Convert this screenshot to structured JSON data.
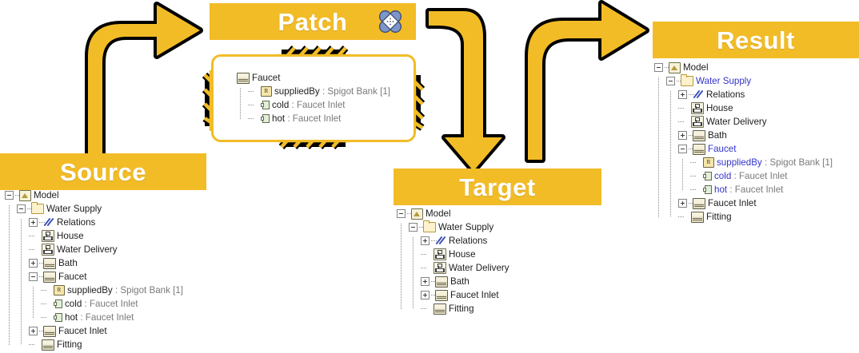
{
  "theme": {
    "accent": "#f2bc27",
    "banner_text": "#ffffff",
    "highlight": "#3333cc",
    "outline": "#000000"
  },
  "banners": {
    "source": {
      "label": "Source"
    },
    "patch": {
      "label": "Patch",
      "icon": "bandage-icon"
    },
    "target": {
      "label": "Target"
    },
    "result": {
      "label": "Result"
    }
  },
  "arrows": [
    {
      "name": "arrow-source-to-patch",
      "from": "Source",
      "to": "Patch",
      "direction": "up-right"
    },
    {
      "name": "arrow-patch-to-target",
      "from": "Patch",
      "to": "Target",
      "direction": "down"
    },
    {
      "name": "arrow-target-to-result",
      "from": "Target",
      "to": "Result",
      "direction": "up-right"
    }
  ],
  "source_tree": {
    "title": "Source",
    "nodes": [
      {
        "depth": 0,
        "toggle": "minus",
        "icon": "model-icon",
        "label": "Model"
      },
      {
        "depth": 1,
        "toggle": "minus",
        "icon": "folder-icon",
        "label": "Water Supply"
      },
      {
        "depth": 2,
        "toggle": "plus",
        "icon": "relations-icon",
        "label": "Relations"
      },
      {
        "depth": 2,
        "toggle": "leaf",
        "icon": "diagram-icon",
        "label": "House"
      },
      {
        "depth": 2,
        "toggle": "leaf",
        "icon": "diagram-icon",
        "label": "Water Delivery"
      },
      {
        "depth": 2,
        "toggle": "plus",
        "icon": "block-icon",
        "label": "Bath"
      },
      {
        "depth": 2,
        "toggle": "minus",
        "icon": "block-icon",
        "label": "Faucet"
      },
      {
        "depth": 3,
        "toggle": "leaf",
        "icon": "reference-icon",
        "label": "suppliedBy",
        "type": " : Spigot Bank [1]"
      },
      {
        "depth": 3,
        "toggle": "leaf",
        "icon": "port-icon",
        "label": "cold",
        "type": " : Faucet Inlet"
      },
      {
        "depth": 3,
        "toggle": "leaf",
        "icon": "port-icon",
        "label": "hot",
        "type": " : Faucet Inlet"
      },
      {
        "depth": 2,
        "toggle": "plus",
        "icon": "block-icon",
        "label": "Faucet Inlet"
      },
      {
        "depth": 2,
        "toggle": "leaf",
        "icon": "block-icon",
        "label": "Fitting"
      }
    ]
  },
  "patch_tree": {
    "title": "Patch",
    "nodes": [
      {
        "depth": 0,
        "toggle": "none",
        "icon": "block-icon",
        "label": "Faucet"
      },
      {
        "depth": 1,
        "toggle": "leaf",
        "icon": "reference-icon",
        "label": "suppliedBy",
        "type": " : Spigot Bank [1]"
      },
      {
        "depth": 1,
        "toggle": "leaf",
        "icon": "port-icon",
        "label": "cold",
        "type": " : Faucet Inlet"
      },
      {
        "depth": 1,
        "toggle": "leaf",
        "icon": "port-icon",
        "label": "hot",
        "type": " : Faucet Inlet"
      }
    ]
  },
  "target_tree": {
    "title": "Target",
    "nodes": [
      {
        "depth": 0,
        "toggle": "minus",
        "icon": "model-icon",
        "label": "Model"
      },
      {
        "depth": 1,
        "toggle": "minus",
        "icon": "folder-icon",
        "label": "Water Supply"
      },
      {
        "depth": 2,
        "toggle": "plus",
        "icon": "relations-icon",
        "label": "Relations"
      },
      {
        "depth": 2,
        "toggle": "leaf",
        "icon": "diagram-icon",
        "label": "House"
      },
      {
        "depth": 2,
        "toggle": "leaf",
        "icon": "diagram-icon",
        "label": "Water Delivery"
      },
      {
        "depth": 2,
        "toggle": "plus",
        "icon": "block-icon",
        "label": "Bath"
      },
      {
        "depth": 2,
        "toggle": "plus",
        "icon": "block-icon",
        "label": "Faucet Inlet"
      },
      {
        "depth": 2,
        "toggle": "leaf",
        "icon": "block-icon",
        "label": "Fitting"
      }
    ]
  },
  "result_tree": {
    "title": "Result",
    "nodes": [
      {
        "depth": 0,
        "toggle": "minus",
        "icon": "model-icon",
        "label": "Model"
      },
      {
        "depth": 1,
        "toggle": "minus",
        "icon": "folder-icon",
        "label": "Water Supply",
        "highlight": true
      },
      {
        "depth": 2,
        "toggle": "plus",
        "icon": "relations-icon",
        "label": "Relations"
      },
      {
        "depth": 2,
        "toggle": "leaf",
        "icon": "diagram-icon",
        "label": "House"
      },
      {
        "depth": 2,
        "toggle": "leaf",
        "icon": "diagram-icon",
        "label": "Water Delivery"
      },
      {
        "depth": 2,
        "toggle": "plus",
        "icon": "block-icon",
        "label": "Bath"
      },
      {
        "depth": 2,
        "toggle": "minus",
        "icon": "block-icon",
        "label": "Faucet",
        "highlight": true
      },
      {
        "depth": 3,
        "toggle": "leaf",
        "icon": "reference-icon",
        "label": "suppliedBy",
        "type": " : Spigot Bank [1]",
        "highlight": true
      },
      {
        "depth": 3,
        "toggle": "leaf",
        "icon": "port-icon",
        "label": "cold",
        "type": " : Faucet Inlet",
        "highlight": true
      },
      {
        "depth": 3,
        "toggle": "leaf",
        "icon": "port-icon",
        "label": "hot",
        "type": " : Faucet Inlet",
        "highlight": true
      },
      {
        "depth": 2,
        "toggle": "plus",
        "icon": "block-icon",
        "label": "Faucet Inlet"
      },
      {
        "depth": 2,
        "toggle": "leaf",
        "icon": "block-icon",
        "label": "Fitting"
      }
    ]
  }
}
